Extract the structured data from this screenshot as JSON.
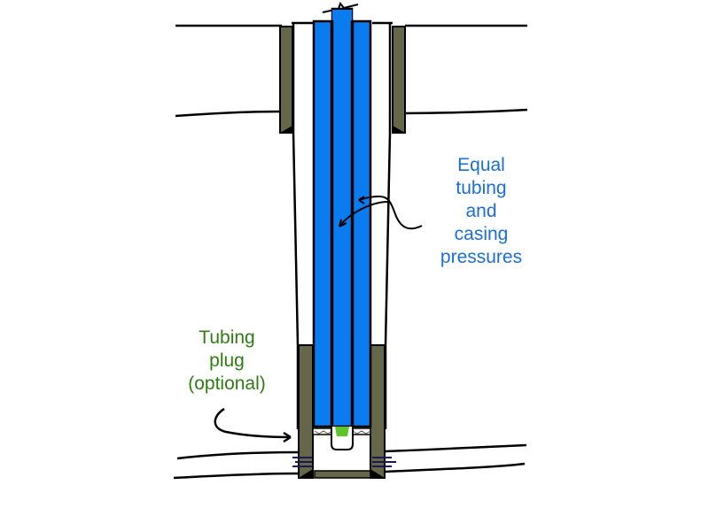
{
  "diagram": {
    "title": "Well schematic with equal tubing and casing pressures",
    "colors": {
      "tubing_fill": "#0b7cf0",
      "casing_cement": "#66664a",
      "plug": "#5dc42a",
      "label_blue": "#1a6fd6",
      "label_green": "#2e7d12",
      "outline": "#000000",
      "perforations": "#1a1a50"
    },
    "annotations": {
      "pressures": {
        "lines": [
          "Equal",
          "tubing",
          "and",
          "casing",
          "pressures"
        ]
      },
      "plug": {
        "lines": [
          "Tubing",
          "plug",
          "(optional)"
        ]
      }
    },
    "components": [
      "surface-casing",
      "production-casing",
      "tubing",
      "tubing-plug",
      "packer",
      "perforations",
      "formation-boundaries"
    ]
  }
}
